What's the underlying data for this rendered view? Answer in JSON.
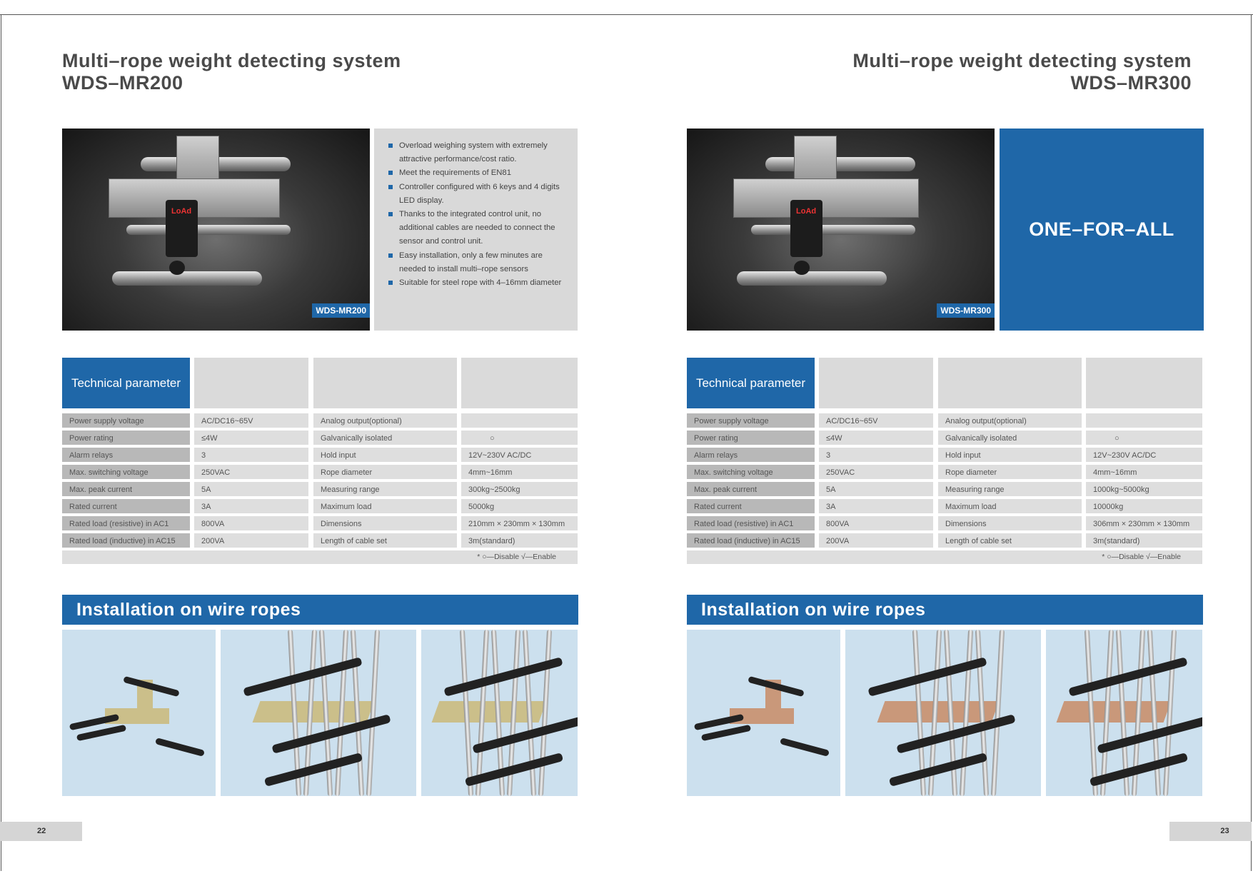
{
  "pages": [
    {
      "title_line1": "Multi–rope weight detecting system",
      "title_line2": "WDS–MR200",
      "photo_tag": "WDS-MR200",
      "led_text": "LoAd",
      "bullets": [
        "Overload weighing system with extremely attractive performance/cost ratio.",
        "Meet the requirements of EN81",
        "Controller configured with 6 keys and 4 digits LED display.",
        "Thanks to the integrated control unit, no additional cables are needed to connect the sensor and control unit.",
        "Easy installation, only a few minutes are needed to install multi–rope sensors",
        "Suitable for steel rope with 4–16mm diameter"
      ],
      "table_header": "Technical parameter",
      "rows": [
        [
          "Power supply voltage",
          "AC/DC16~65V",
          "Analog output(optional)",
          ""
        ],
        [
          "Power rating",
          "≤4W",
          "Galvanically isolated",
          "○"
        ],
        [
          "Alarm relays",
          "3",
          "Hold input",
          "12V~230V AC/DC"
        ],
        [
          "Max. switching voltage",
          "250VAC",
          "Rope diameter",
          "4mm~16mm"
        ],
        [
          "Max. peak current",
          "5A",
          "Measuring range",
          "300kg~2500kg"
        ],
        [
          "Rated current",
          "3A",
          "Maximum load",
          "5000kg"
        ],
        [
          "Rated load (resistive) in AC1",
          "800VA",
          "Dimensions",
          "210mm × 230mm × 130mm"
        ],
        [
          "Rated load (inductive) in AC15",
          "200VA",
          "Length of cable set",
          "3m(standard)"
        ]
      ],
      "legend": "* ○—Disable  √—Enable",
      "install_banner": "Installation on wire ropes",
      "page_number": "22"
    },
    {
      "title_line1": "Multi–rope weight detecting system",
      "title_line2": "WDS–MR300",
      "photo_tag": "WDS-MR300",
      "led_text": "LoAd",
      "slogan": "ONE–FOR–ALL",
      "table_header": "Technical parameter",
      "rows": [
        [
          "Power supply voltage",
          "AC/DC16~65V",
          "Analog output(optional)",
          ""
        ],
        [
          "Power rating",
          "≤4W",
          "Galvanically isolated",
          "○"
        ],
        [
          "Alarm relays",
          "3",
          "Hold input",
          "12V~230V AC/DC"
        ],
        [
          "Max. switching voltage",
          "250VAC",
          "Rope diameter",
          "4mm~16mm"
        ],
        [
          "Max. peak current",
          "5A",
          "Measuring range",
          "1000kg~5000kg"
        ],
        [
          "Rated current",
          "3A",
          "Maximum load",
          "10000kg"
        ],
        [
          "Rated load (resistive) in AC1",
          "800VA",
          "Dimensions",
          "306mm × 230mm × 130mm"
        ],
        [
          "Rated load (inductive) in AC15",
          "200VA",
          "Length of cable set",
          "3m(standard)"
        ]
      ],
      "legend": "* ○—Disable  √—Enable",
      "install_banner": "Installation on wire ropes",
      "page_number": "23"
    }
  ],
  "colors": {
    "brand_blue": "#1f67a8",
    "block_mr200": "#cbbf8a",
    "block_mr300": "#c9987a"
  }
}
